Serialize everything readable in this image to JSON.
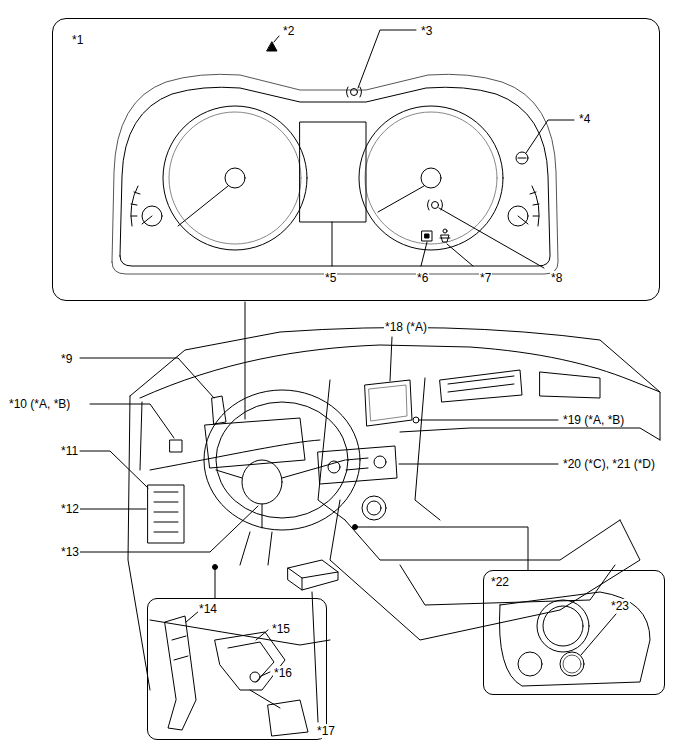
{
  "diagram": {
    "nodes": [
      {
        "text": [
          "*1",
          "*2",
          "*3",
          "*4",
          "*5",
          "*6",
          "*7",
          "*8"
        ]
      },
      {
        "text": [
          "*14",
          "*15",
          "*16"
        ]
      },
      {
        "text": [
          "*22",
          "*23"
        ]
      }
    ],
    "labels": [
      "*9",
      "*10 (*A, *B)",
      "*11",
      "*12",
      "*13",
      "*17",
      "*18 (*A)",
      "*19 (*A, *B)",
      "*20 (*C), *21 (*D)"
    ]
  }
}
